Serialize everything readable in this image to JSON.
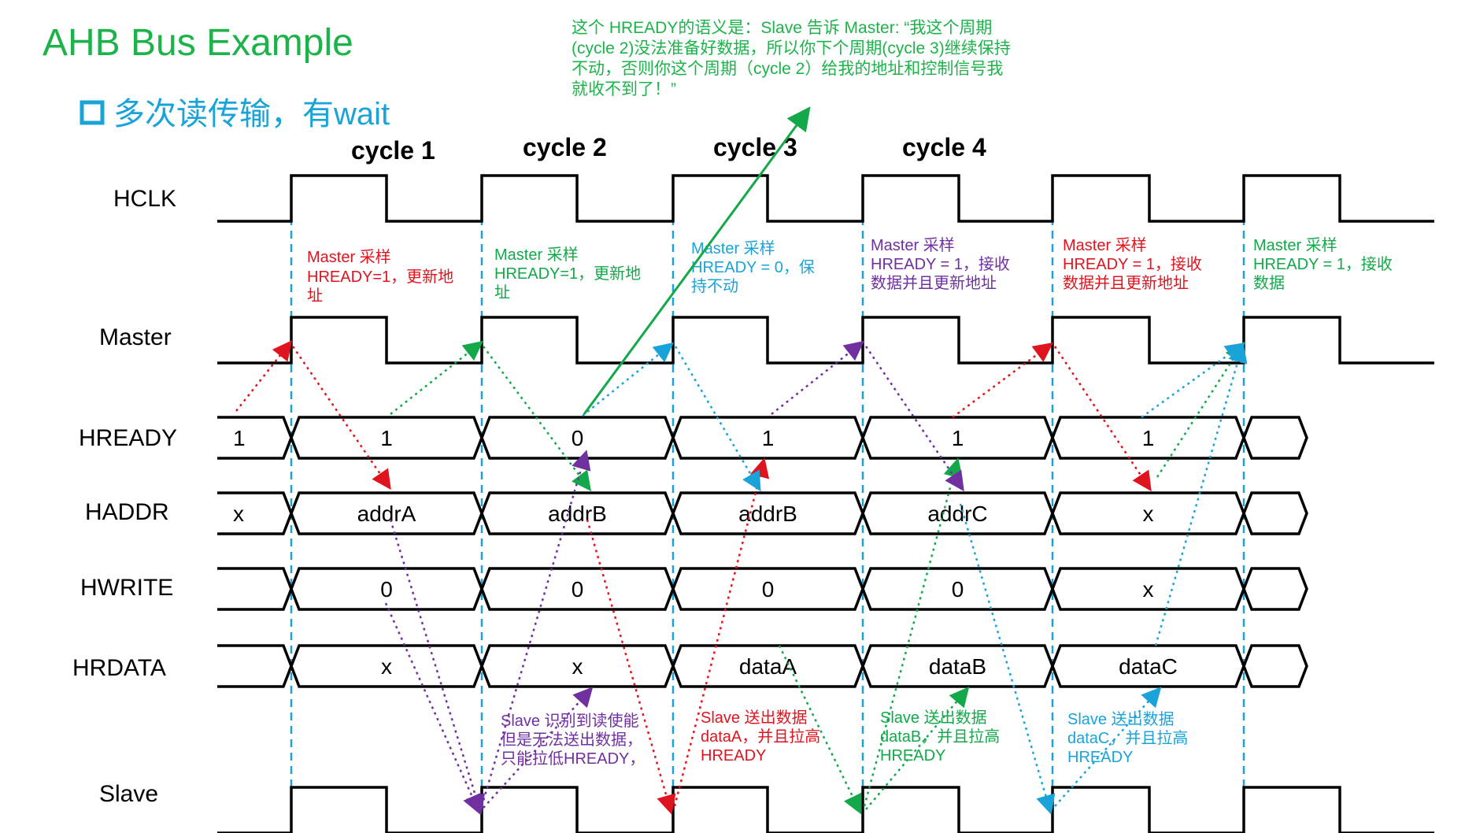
{
  "header": {
    "title": "AHB Bus Example",
    "subtitle": "多次读传输，有wait"
  },
  "top_note": [
    "这个 HREADY的语义是：Slave 告诉 Master: “我这个周期",
    "(cycle 2)没法准备好数据，所以你下个周期(cycle 3)继续保持",
    "不动，否则你这个周期（cycle 2）给我的地址和控制信号我",
    "就收不到了！”"
  ],
  "cycles": [
    "cycle 1",
    "cycle 2",
    "cycle 3",
    "cycle 4"
  ],
  "signals": {
    "hclk": "HCLK",
    "master": "Master",
    "hready": "HREADY",
    "haddr": "HADDR",
    "hwrite": "HWRITE",
    "hrdata": "HRDATA",
    "slave": "Slave"
  },
  "bus_values": {
    "hready": [
      "1",
      "1",
      "0",
      "1",
      "1",
      "1"
    ],
    "haddr": [
      "x",
      "addrA",
      "addrB",
      "addrB",
      "addrC",
      "x"
    ],
    "hwrite": [
      "",
      "0",
      "0",
      "0",
      "0",
      "x"
    ],
    "hrdata": [
      "",
      "x",
      "x",
      "dataA",
      "dataB",
      "dataC"
    ]
  },
  "master_notes": [
    [
      "Master 采样",
      "HREADY=1，更新地",
      "址"
    ],
    [
      "Master 采样",
      "HREADY=1，更新地",
      "址"
    ],
    [
      "Master 采样",
      "HREADY = 0，保",
      "持不动"
    ],
    [
      "Master 采样",
      "HREADY = 1，接收",
      "数据并且更新地址"
    ],
    [
      "Master 采样",
      "HREADY = 1，接收",
      "数据并且更新地址"
    ],
    [
      "Master 采样",
      "HREADY = 1，接收",
      "数据"
    ]
  ],
  "slave_notes": [
    [
      "Slave 识别到读使能",
      "但是无法送出数据，",
      "只能拉低HREADY，"
    ],
    [
      "Slave 送出数据",
      "dataA，并且拉高",
      "HREADY"
    ],
    [
      "Slave 送出数据",
      "dataB，并且拉高",
      "HREADY"
    ],
    [
      "Slave 送出数据",
      "dataC，并且拉高",
      "HREADY"
    ]
  ],
  "colors": {
    "title": "#1db34a",
    "subtitle": "#1aa3d9",
    "red": "#e0141e",
    "green": "#13a84a",
    "cyan": "#1aa3d9",
    "purple": "#7030a0",
    "highlight": "#e0141e",
    "dashed_line": "#1aa3d9"
  }
}
